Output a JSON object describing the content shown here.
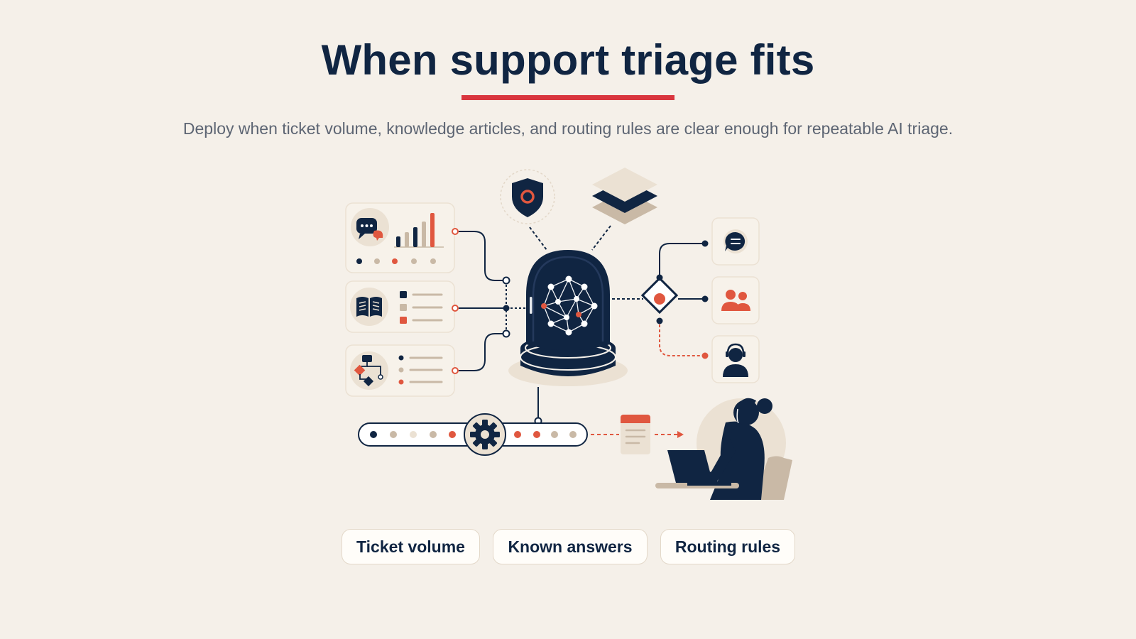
{
  "header": {
    "title": "When support triage fits",
    "subtitle": "Deploy when ticket volume, knowledge articles, and routing rules are clear enough for repeatable AI triage."
  },
  "colors": {
    "background": "#f5f0e9",
    "navy": "#102542",
    "accent_red": "#d9363e",
    "orange": "#e0573f",
    "beige": "#ebe1d3",
    "taupe": "#c9b9a6"
  },
  "illustration": {
    "icons": [
      "chat-bubble-icon",
      "bar-chart-icon",
      "open-book-icon",
      "list-icon",
      "workflow-icon",
      "shield-icon",
      "layers-icon",
      "ai-dome-network-icon",
      "decision-diamond-icon",
      "message-icon",
      "team-icon",
      "headset-agent-icon",
      "gear-icon",
      "ticket-document-icon",
      "support-agent-at-laptop"
    ]
  },
  "tags": [
    {
      "label": "Ticket volume"
    },
    {
      "label": "Known answers"
    },
    {
      "label": "Routing rules"
    }
  ]
}
